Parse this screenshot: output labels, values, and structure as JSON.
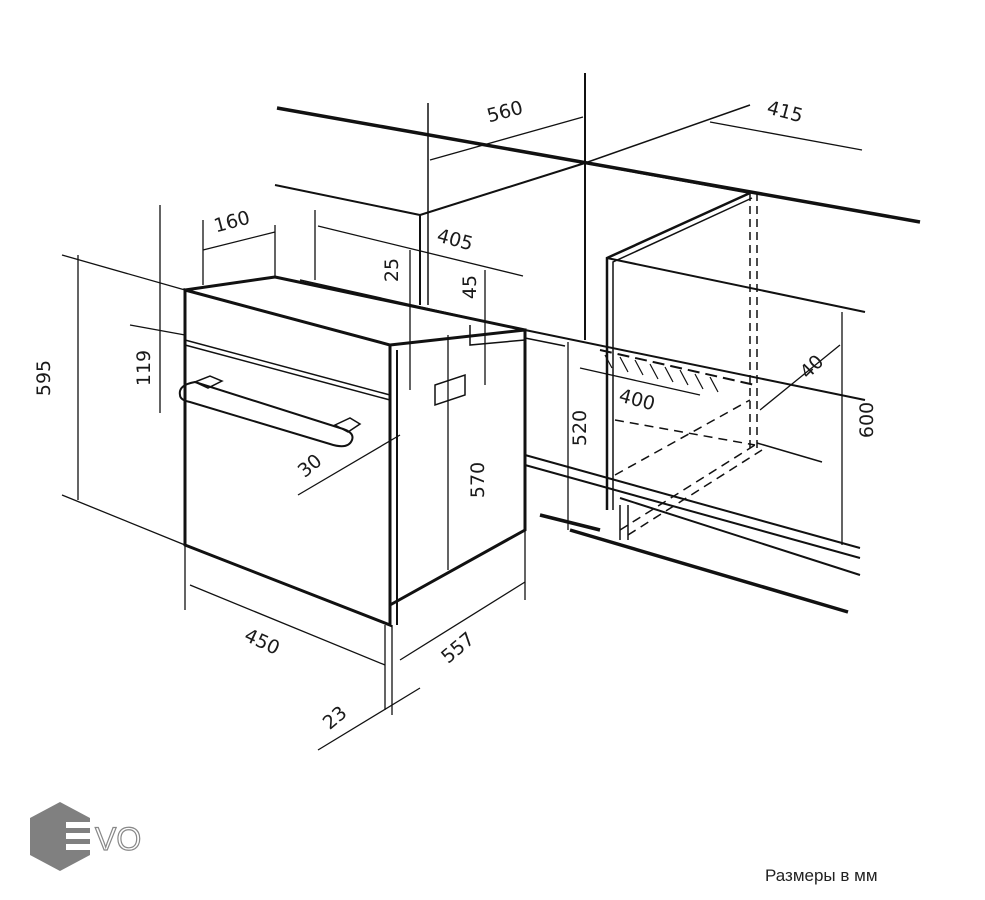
{
  "diagram": {
    "dimensions": {
      "cabinet_depth": "560",
      "cabinet_width": "415",
      "top_offset": "160",
      "top_depth": "405",
      "top_gap": "25",
      "rear_gap": "45",
      "oven_height": "595",
      "panel_height": "119",
      "handle_depth": "30",
      "body_height": "570",
      "niche_height": "520",
      "vent_length": "400",
      "vent_depth": "40",
      "cabinet_height": "600",
      "oven_width": "450",
      "oven_depth": "557",
      "front_thickness": "23"
    },
    "caption": "Размеры в мм"
  },
  "logo": {
    "text": "EVO",
    "color": "#808080"
  }
}
